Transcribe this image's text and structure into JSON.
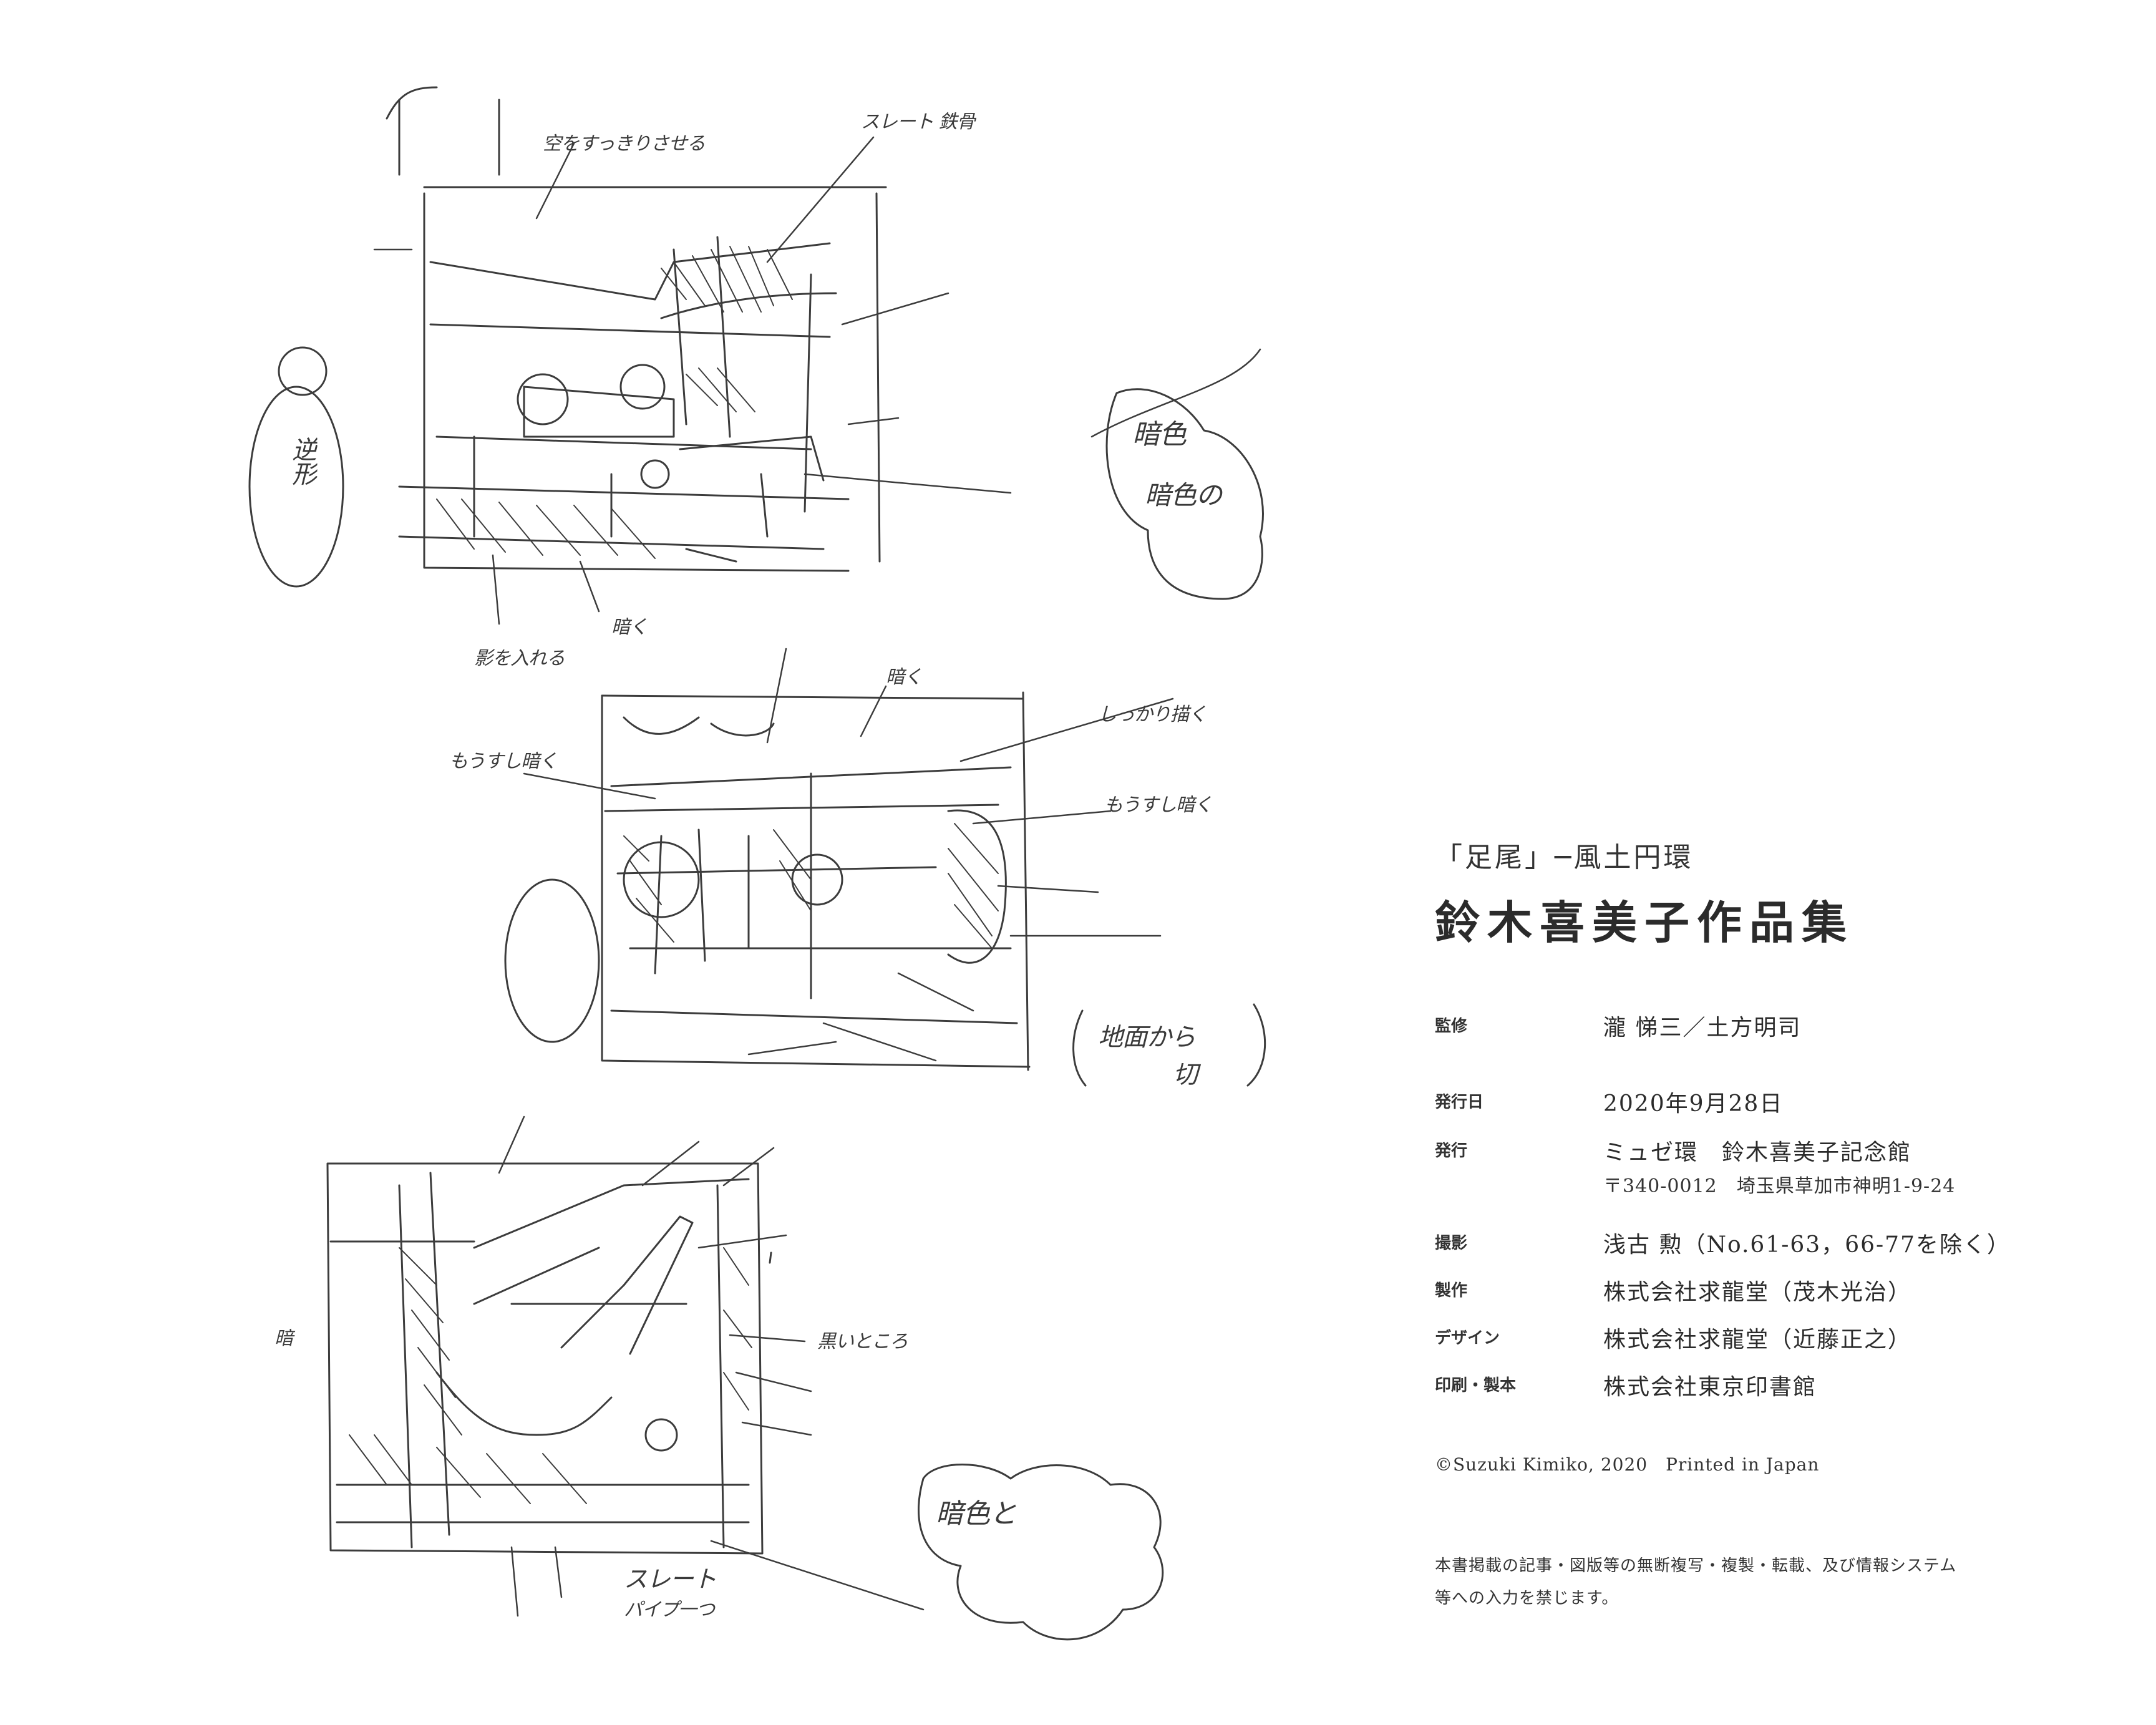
{
  "sketch_notes": {
    "n1": "空をすっきりさせる",
    "n2": "スレート 鉄骨",
    "n3": "影を入れる",
    "n4": "暗く",
    "n5": "暗く",
    "n6": "もうすし暗く",
    "n7": "もうすし暗く",
    "n8": "しっかり描く",
    "n9": "暗色",
    "n10": "暗色の",
    "n11": "地面から",
    "n12": "切",
    "n13": "スレート",
    "n14": "パイプ一つ",
    "n15": "暗色と",
    "n16": "暗",
    "n17": "逆形",
    "n18": "黒いところ"
  },
  "colophon": {
    "subtitle": "「足尾」─風土円環",
    "title": "鈴木喜美子作品集",
    "supervision_label": "監修",
    "supervision_value": "瀧 悌三／土方明司",
    "date_label": "発行日",
    "date_value": "2020年9月28日",
    "publisher_label": "発行",
    "publisher_value": "ミュゼ環　鈴木喜美子記念館",
    "publisher_address": "〒340-0012　埼玉県草加市神明1-9-24",
    "photo_label": "撮影",
    "photo_value": "浅古 勲（No.61-63，66-77を除く）",
    "production_label": "製作",
    "production_value": "株式会社求龍堂（茂木光治）",
    "design_label": "デザイン",
    "design_value": "株式会社求龍堂（近藤正之）",
    "print_label": "印刷・製本",
    "print_value": "株式会社東京印書館",
    "copyright": "©Suzuki Kimiko, 2020　Printed in Japan",
    "notice_line1": "本書掲載の記事・図版等の無断複写・複製・転載、及び情報システム",
    "notice_line2": "等への入力を禁じます。"
  }
}
